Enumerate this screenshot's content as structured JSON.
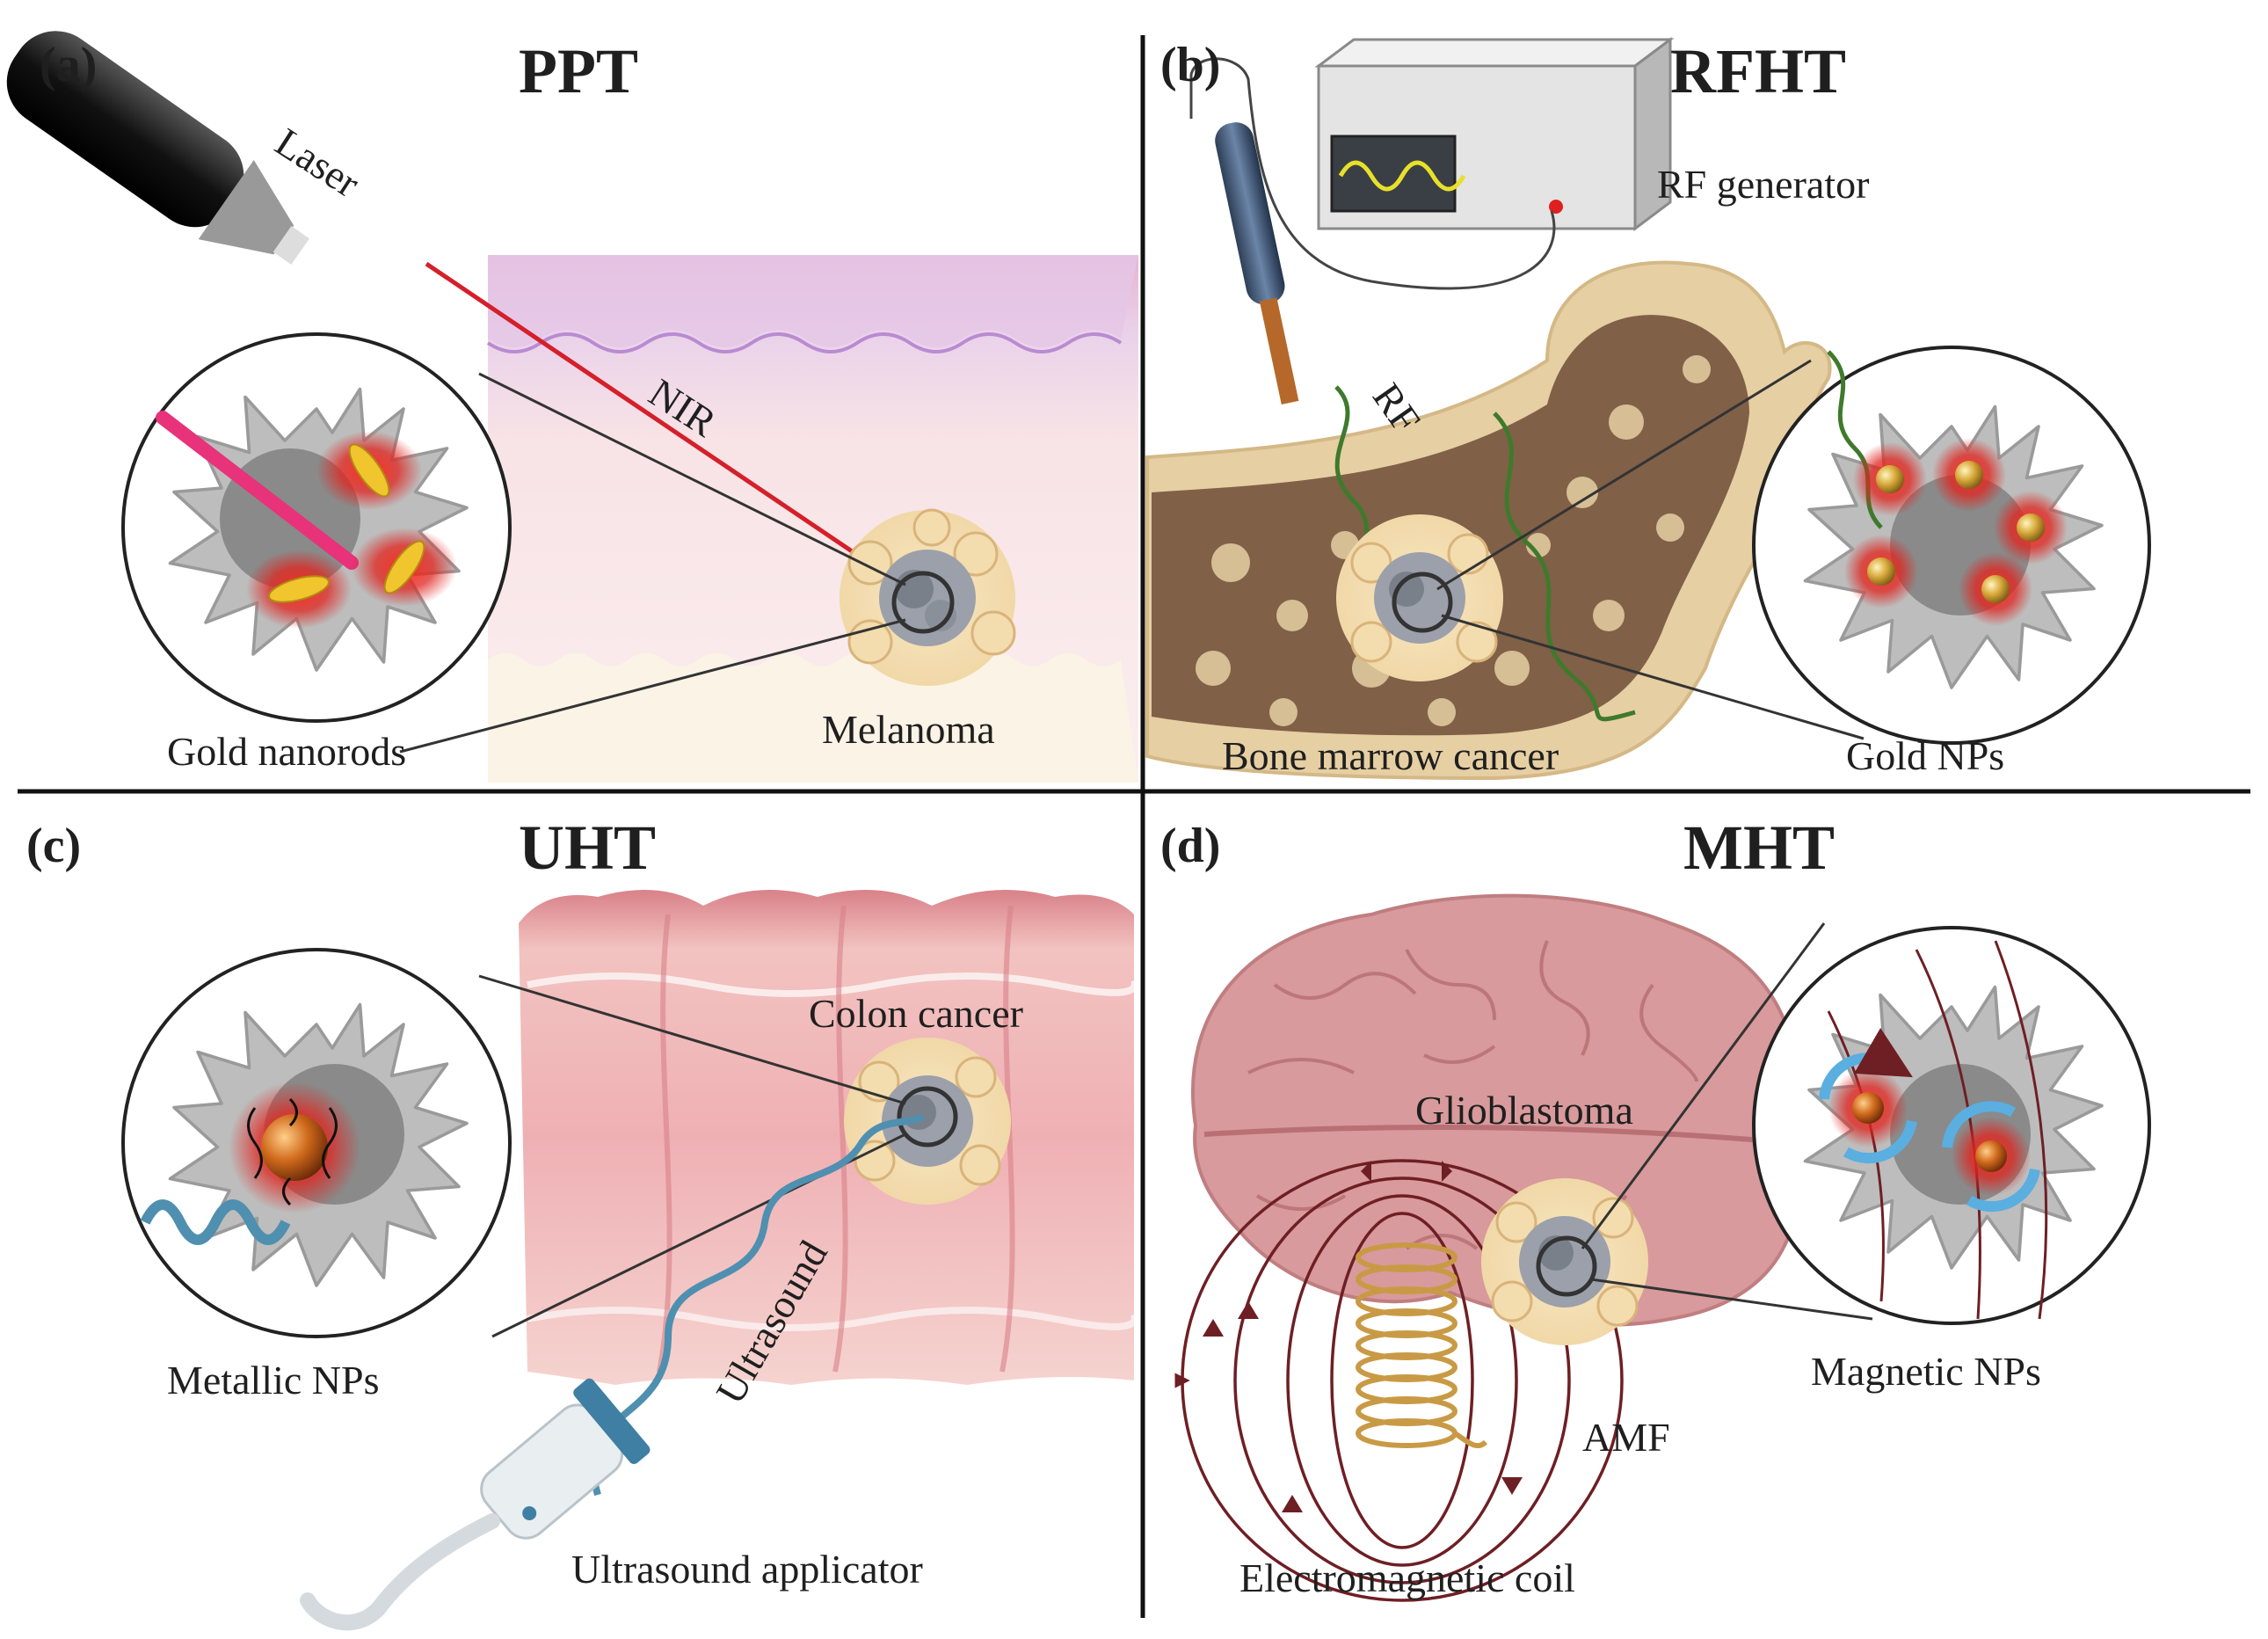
{
  "panels": {
    "a": {
      "tag": "(a)",
      "title": "PPT",
      "labels": {
        "laser": "Laser",
        "nir": "NIR",
        "nanoparticles": "Gold nanorods",
        "tumor": "Melanoma"
      }
    },
    "b": {
      "tag": "(b)",
      "title": "RFHT",
      "labels": {
        "generator": "RF generator",
        "rf": "RF",
        "tumor": "Bone marrow cancer",
        "nanoparticles": "Gold NPs"
      }
    },
    "c": {
      "tag": "(c)",
      "title": "UHT",
      "labels": {
        "tumor": "Colon cancer",
        "wave": "Ultrasound",
        "nanoparticles": "Metallic NPs",
        "applicator": "Ultrasound applicator"
      }
    },
    "d": {
      "tag": "(d)",
      "title": "MHT",
      "labels": {
        "tumor": "Glioblastoma",
        "field": "AMF",
        "nanoparticles": "Magnetic NPs",
        "coil": "Electromagnetic coil"
      }
    }
  },
  "colors": {
    "divider": "#111111",
    "cell": "#b8b8b8",
    "nucleus": "#8f8f8f",
    "glow": "#e0241e",
    "gold": "#e8c23a",
    "skin": "#f6dede",
    "bone": "#e6cfa3",
    "marrow": "#7a5a42",
    "colon": "#e9a2a6",
    "brain": "#d8999c",
    "rf_wave": "#3f7a2c",
    "us_wave": "#4f8fb0",
    "field_line": "#6e1f24",
    "coil": "#c99a45"
  }
}
